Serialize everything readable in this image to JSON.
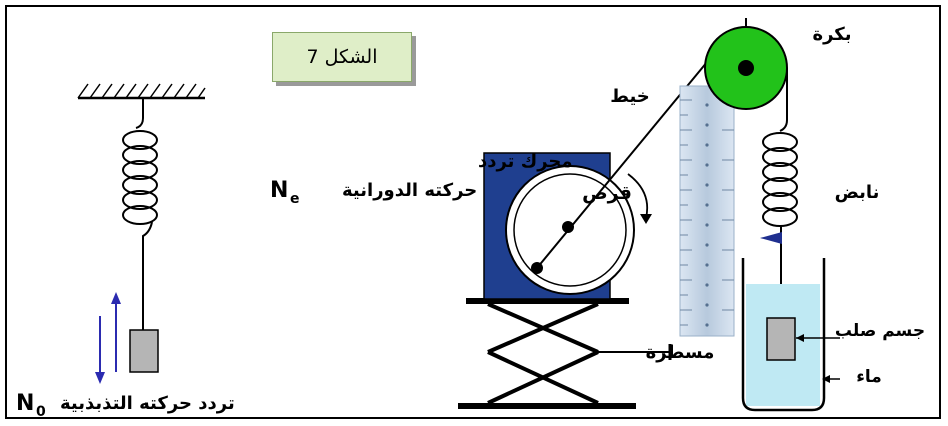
{
  "figure_caption": "الشكل 7",
  "labels": {
    "pulley": "بكرة",
    "thread": "خيط",
    "motor_line1": "محرك تردد",
    "motor_line2": "حركته الدورانية",
    "motor_symbol": "N",
    "motor_symbol_sub": "e",
    "disk": "قرص",
    "spring": "نابض",
    "solid_body": "جسم صلب",
    "water": "ماء",
    "ruler": "مسطرة",
    "oscillation_freq": "تردد حركته التذبذبية",
    "oscillation_symbol": "N",
    "oscillation_symbol_sub": "0"
  },
  "colors": {
    "pulley": "#22c21a",
    "motor_body": "#1f3f8f",
    "water": "#bfe9f3",
    "caption_bg": "#dfeec8",
    "ruler": "#c9d6e6",
    "block": "#b5b5b5"
  }
}
